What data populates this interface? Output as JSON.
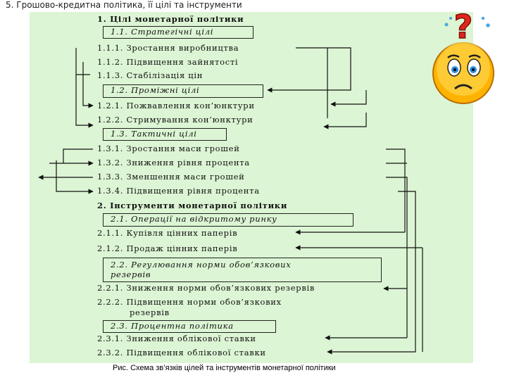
{
  "slide_title": "5. Грошово-кредитна політика,  її цілі та інструменти",
  "diagram": {
    "items": [
      {
        "id": "h1",
        "label": "1. Цілі монетарної політики",
        "kind": "heading"
      },
      {
        "id": "b11",
        "label": "1.1. Стратегічні цілі",
        "kind": "box"
      },
      {
        "id": "i111",
        "label": "1.1.1. Зростання виробництва",
        "kind": "item"
      },
      {
        "id": "i112",
        "label": "1.1.2. Підвищення зайнятості",
        "kind": "item"
      },
      {
        "id": "i113",
        "label": "1.1.3. Стабілізація цін",
        "kind": "item"
      },
      {
        "id": "b12",
        "label": "1.2. Проміжні цілі",
        "kind": "box"
      },
      {
        "id": "i121",
        "label": "1.2.1. Пожвавлення кон’юнктури",
        "kind": "item"
      },
      {
        "id": "i122",
        "label": "1.2.2. Стримування кон’юнктури",
        "kind": "item"
      },
      {
        "id": "b13",
        "label": "1.3. Тактичні цілі",
        "kind": "box"
      },
      {
        "id": "i131",
        "label": "1.3.1. Зростання маси грошей",
        "kind": "item"
      },
      {
        "id": "i132",
        "label": "1.3.2. Зниження рівня процента",
        "kind": "item"
      },
      {
        "id": "i133",
        "label": "1.3.3. Зменшення маси грошей",
        "kind": "item"
      },
      {
        "id": "i134",
        "label": "1.3.4. Підвищення рівня процента",
        "kind": "item"
      },
      {
        "id": "h2",
        "label": "2. Інструменти монетарної політики",
        "kind": "heading"
      },
      {
        "id": "b21",
        "label": "2.1. Операції на відкритому ринку",
        "kind": "box"
      },
      {
        "id": "i211",
        "label": "2.1.1. Купівля цінних паперів",
        "kind": "item"
      },
      {
        "id": "i212",
        "label": "2.1.2. Продаж цінних паперів",
        "kind": "item"
      },
      {
        "id": "b22",
        "label": "2.2. Регулювання норми обов’язкових",
        "label2": "резервів",
        "kind": "box"
      },
      {
        "id": "i221",
        "label": "2.2.1. Зниження норми обов’язкових резервів",
        "kind": "item"
      },
      {
        "id": "i222",
        "label": "2.2.2. Підвищення норми обов’язкових",
        "label2": "резервів",
        "kind": "item"
      },
      {
        "id": "b23",
        "label": "2.3. Процентна політика",
        "kind": "box"
      },
      {
        "id": "i231",
        "label": "2.3.1. Зниження облікової ставки",
        "kind": "item"
      },
      {
        "id": "i232",
        "label": "2.3.2. Підвищення облікової ставки",
        "kind": "item"
      }
    ]
  },
  "caption": "Рис. Схема зв’язків цілей та інструментів монетарної політики",
  "decoration": {
    "icon": "confused-face-emoji-icon",
    "question_mark": "?"
  },
  "colors": {
    "panel": "#dcf5d4",
    "lines": "#111111",
    "face": "#ffb300",
    "question": "#e1261c"
  }
}
